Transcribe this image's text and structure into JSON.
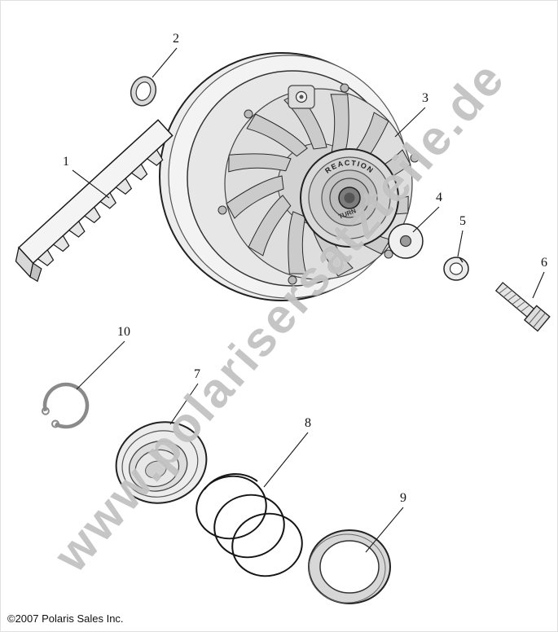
{
  "watermark": {
    "text": "www.polarisersatzteile.de"
  },
  "footer": {
    "copyright": "©2007 Polaris Sales Inc."
  },
  "hub": {
    "line1": "REACTION",
    "line2": "TURN"
  },
  "callouts": [
    {
      "num": "1"
    },
    {
      "num": "2"
    },
    {
      "num": "3"
    },
    {
      "num": "4"
    },
    {
      "num": "5"
    },
    {
      "num": "6"
    },
    {
      "num": "7"
    },
    {
      "num": "8"
    },
    {
      "num": "9"
    },
    {
      "num": "10"
    }
  ]
}
